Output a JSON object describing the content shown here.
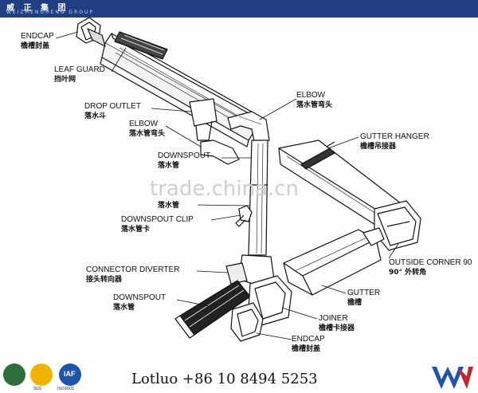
{
  "banner": {
    "title": "威 正 集 团",
    "subtitle": "WEIZHENGHENG GROUP"
  },
  "labels": {
    "endcap_top": {
      "en": "ENDCAP",
      "zh": "檐槽封盖"
    },
    "leaf_guard": {
      "en": "LEAF GUARD",
      "zh": "挡叶网"
    },
    "drop_outlet": {
      "en": "DROP OUTLET",
      "zh": "落水斗"
    },
    "elbow_left": {
      "en": "ELBOW",
      "zh": "落水管弯头"
    },
    "elbow_right": {
      "en": "ELBOW",
      "zh": "落水管弯头"
    },
    "downspout_upper": {
      "en": "DOWNSPOUT",
      "zh": "落水管"
    },
    "downspout_mid": {
      "zh": "落水管"
    },
    "downspout_clip": {
      "en": "DOWNSPOUT CLIP",
      "zh": "落水管卡"
    },
    "connector_diverter": {
      "en": "CONNECTOR DIVERTER",
      "zh": "接头转向器"
    },
    "downspout_lower": {
      "en": "DOWNSPOUT",
      "zh": "落水管"
    },
    "gutter_hanger": {
      "en": "GUTTER HANGER",
      "zh": "檐槽吊接器"
    },
    "outside_corner": {
      "en": "OUTSIDE CORNER 90",
      "zh": "90° 外转角"
    },
    "gutter": {
      "en": "GUTTER",
      "zh": "檐槽"
    },
    "joiner": {
      "en": "JOINER",
      "zh": "檐槽卡接器"
    },
    "endcap_bottom": {
      "en": "ENDCAP",
      "zh": "檐槽封盖"
    }
  },
  "watermark": "trade.china.cn",
  "footer": {
    "contact": "Lotluo +86 10 8494 5253",
    "cert_sgs": "SGS",
    "cert_iaf": "IAF",
    "cert_iso": "ISO9001"
  },
  "colors": {
    "banner": "#1f3f82",
    "line": "#111111",
    "logo_blue": "#1f55a8",
    "logo_red": "#c0272d"
  }
}
